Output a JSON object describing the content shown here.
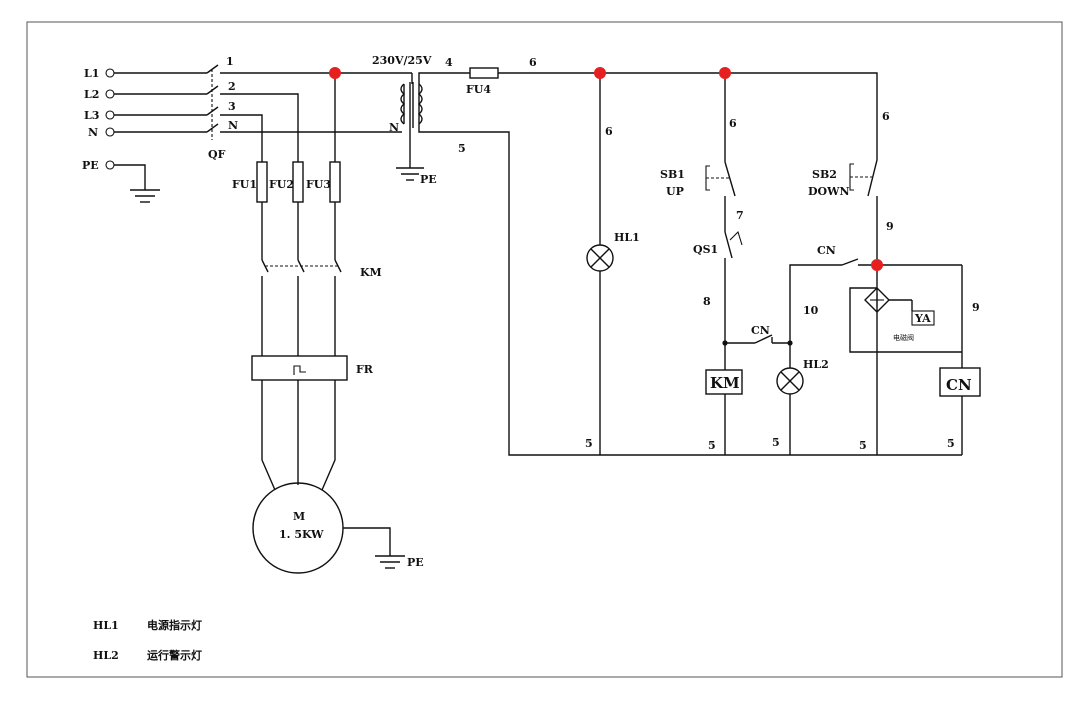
{
  "colors": {
    "node": "#e62020",
    "line": "#111111",
    "frame": "#555555"
  },
  "terminals": {
    "l1": "L1",
    "l2": "L2",
    "l3": "L3",
    "n": "N",
    "pe": "PE"
  },
  "wires": {
    "w1": "1",
    "w2": "2",
    "w3": "3",
    "wn": "N",
    "w4": "4",
    "w5": "5",
    "w6": "6",
    "w7": "7",
    "w8": "8",
    "w9": "9",
    "w10": "10"
  },
  "components": {
    "qf": "QF",
    "fu1": "FU1",
    "fu2": "FU2",
    "fu3": "FU3",
    "fu4": "FU4",
    "km_contacts": "KM",
    "fr": "FR",
    "motor_name": "M",
    "motor_power": "1. 5KW",
    "transformer": "230V/25V",
    "transformer_n": "N",
    "pe_transformer": "PE",
    "pe_motor": "PE",
    "hl1": "HL1",
    "hl2": "HL2",
    "sb1": "SB1",
    "sb1_dir": "UP",
    "sb2": "SB2",
    "sb2_dir": "DOWN",
    "qs1": "QS1",
    "cn_contact_1": "CN",
    "cn_contact_2": "CN",
    "km_coil": "KM",
    "cn_coil": "CN",
    "ya": "YA",
    "brake": "电磁阀"
  },
  "legend": [
    {
      "code": "HL1",
      "desc": "电源指示灯"
    },
    {
      "code": "HL2",
      "desc": "运行警示灯"
    }
  ]
}
